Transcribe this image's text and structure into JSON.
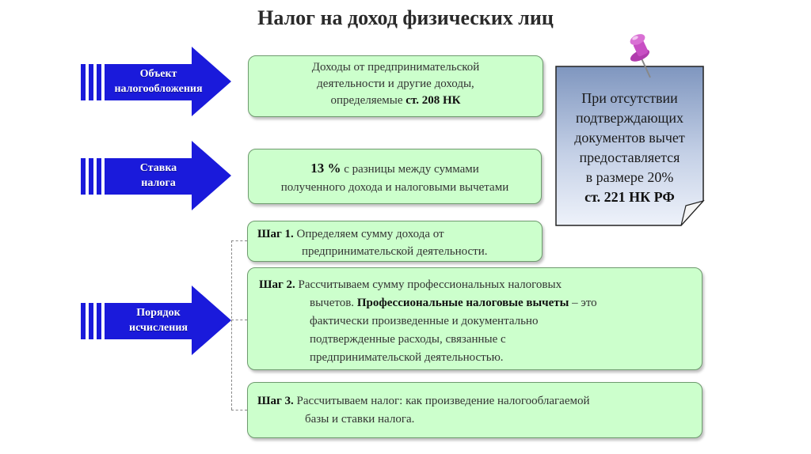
{
  "title": "Налог на доход физических лиц",
  "arrows": [
    {
      "line1": "Объект",
      "line2": "налогообложения"
    },
    {
      "line1": "Ставка",
      "line2": "налога"
    },
    {
      "line1": "Порядок",
      "line2": "исчисления"
    }
  ],
  "object_box": {
    "line1": "Доходы от предпринимательской",
    "line2": "деятельности и  другие доходы,",
    "line3_text": "определяемые ",
    "line3_bold": "ст. 208 НК"
  },
  "rate_box": {
    "rate_bold": "13 %",
    "line1_text": "  с разницы между суммами",
    "line2": "полученного дохода и налоговыми вычетами"
  },
  "step1": {
    "label": "Шаг 1.",
    "line1": " Определяем сумму дохода от",
    "line2": "предпринимательской деятельности."
  },
  "step2": {
    "label": "Шаг 2.",
    "line1": " Рассчитываем   сумму   профессиональных   налоговых",
    "line2_text": "вычетов. ",
    "line2_bold": "Профессиональные налоговые вычеты",
    "line2_tail": " – это",
    "line3": "фактически   произведенные   и   документально",
    "line4": "подтвержденные   расходы,   связанные   с",
    "line5": "предпринимательской  деятельностью."
  },
  "step3": {
    "label": "Шаг 3.",
    "line1": " Рассчитываем  налог:  как произведение налогооблагаемой",
    "line2": "базы и ставки налога."
  },
  "note": {
    "line1": "При отсутствии",
    "line2": "подтверждающих",
    "line3": "документов вычет",
    "line4": "предоставляется",
    "line5": "в размере 20%",
    "line6": "ст. 221 НК РФ"
  },
  "colors": {
    "arrow_blue": "#1a1adb",
    "box_green": "#ccffcc",
    "note_blue_top": "#7f96bf",
    "note_blue_bottom": "#e9eef8",
    "pin": "#c84fc4"
  }
}
